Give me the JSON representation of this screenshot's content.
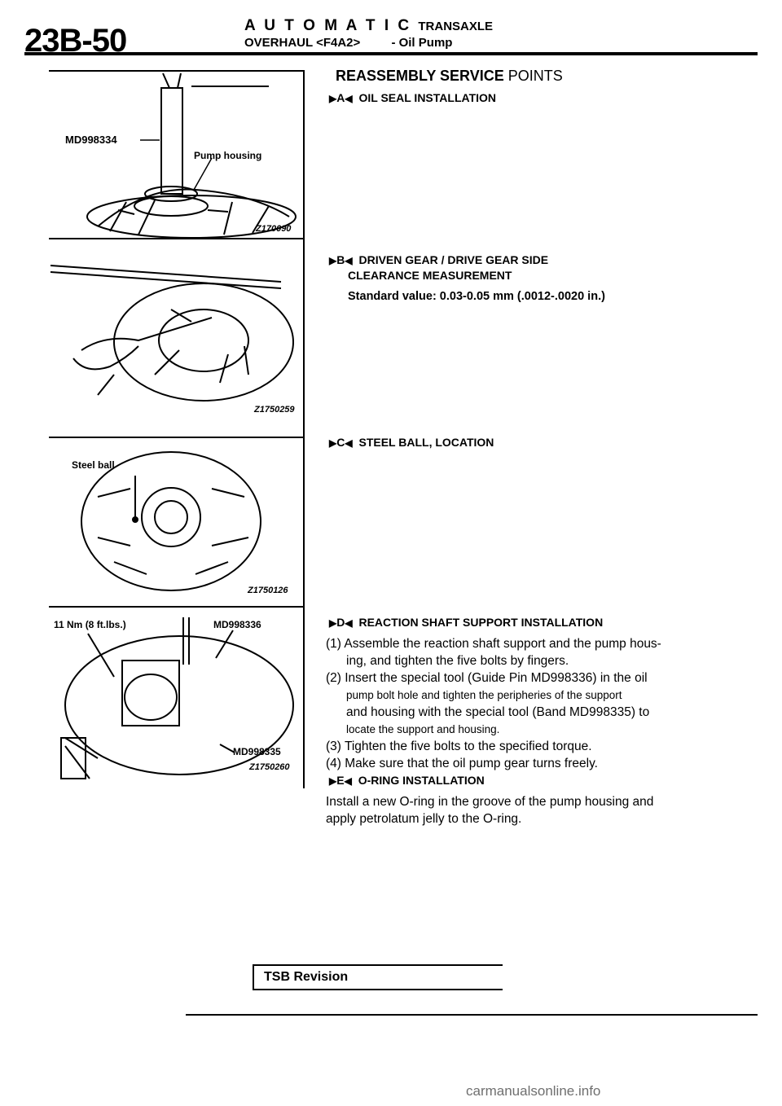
{
  "header": {
    "page_number": "23B-50",
    "title_line1": "A U T O M A T I C",
    "title_line1_sub": "TRANSAXLE",
    "title_line2": "OVERHAUL <F4A2>",
    "title_line2_sub": "- Oil Pump"
  },
  "figures": [
    {
      "code": "Z170090",
      "labels": [
        "MD998334",
        "Pump housing"
      ]
    },
    {
      "code": "Z1750259",
      "labels": []
    },
    {
      "code": "Z1750126",
      "labels": [
        "Steel ball"
      ]
    },
    {
      "code": "Z1750260",
      "labels": [
        "11 Nm (8 ft.lbs.)",
        "MD998336",
        "MD998335"
      ]
    }
  ],
  "main": {
    "heading_bold": "REASSEMBLY SERVICE",
    "heading_thin": "POINTS",
    "sections": [
      {
        "marker": "A",
        "title": "OIL SEAL INSTALLATION",
        "lines": []
      },
      {
        "marker": "B",
        "title": "DRIVEN GEAR / DRIVE GEAR SIDE",
        "title2": "CLEARANCE MEASUREMENT",
        "lines": [
          "Standard value: 0.03-0.05 mm (.0012-.0020 in.)"
        ]
      },
      {
        "marker": "C",
        "title": "STEEL BALL, LOCATION",
        "lines": []
      },
      {
        "marker": "D",
        "title": "REACTION SHAFT SUPPORT INSTALLATION",
        "lines": [
          "(1) Assemble the reaction shaft support and the pump hous-",
          "ing, and tighten the five bolts by fingers.",
          "(2) Insert the special tool (Guide Pin MD998336) in the oil",
          "pump bolt hole and tighten the peripheries of the support",
          "and housing with the special tool (Band MD998335) to",
          "locate the support and housing.",
          "(3) Tighten the five bolts to the specified torque.",
          "(4) Make sure that the oil pump gear turns freely."
        ]
      },
      {
        "marker": "E",
        "title": "O-RING INSTALLATION",
        "lines": [
          "Install a new O-ring in the groove of the pump housing and",
          "apply petrolatum jelly to the O-ring."
        ]
      }
    ]
  },
  "footer": {
    "tsb_label": "TSB Revision",
    "watermark": "carmanualsonline.info"
  }
}
